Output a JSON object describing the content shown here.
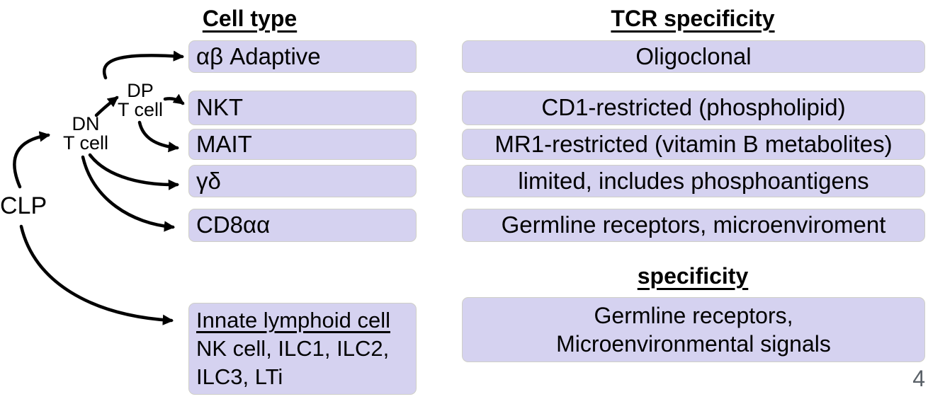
{
  "slide": {
    "page_number": "4",
    "colors": {
      "box_fill": "#d5d2f0",
      "box_border": "#cfcfc8",
      "arrow": "#000000",
      "text": "#000000",
      "page_number": "#5a6168"
    }
  },
  "headers": {
    "left": "Cell type",
    "right": "TCR specificity",
    "right_bottom": "specificity"
  },
  "progenitors": {
    "clp": "CLP",
    "dn": {
      "line1": "DN",
      "line2": "T cell"
    },
    "dp": {
      "line1": "DP",
      "line2": "T cell"
    }
  },
  "rows": [
    {
      "cell_type": "αβ Adaptive",
      "tcr_specificity": "Oligoclonal"
    },
    {
      "cell_type": "NKT",
      "tcr_specificity": "CD1-restricted (phospholipid)"
    },
    {
      "cell_type": "MAIT",
      "tcr_specificity": "MR1-restricted (vitamin B metabolites)"
    },
    {
      "cell_type": "γδ",
      "tcr_specificity": "limited, includes phosphoantigens"
    },
    {
      "cell_type": "CD8αα",
      "tcr_specificity": "Germline receptors, microenviroment"
    }
  ],
  "innate_cell_box": {
    "title": "Innate lymphoid cell",
    "line2": "NK cell, ILC1, ILC2,",
    "line3": "ILC3, LTi"
  },
  "innate_specificity_box": {
    "line1": "Germline receptors,",
    "line2": "Microenvironmental signals"
  },
  "connections": [
    {
      "from": "CLP",
      "to": "DN T cell"
    },
    {
      "from": "DN T cell",
      "to": "DP T cell"
    },
    {
      "from": "DP T cell",
      "to": "αβ Adaptive"
    },
    {
      "from": "DP T cell",
      "to": "NKT"
    },
    {
      "from": "DP T cell",
      "to": "MAIT"
    },
    {
      "from": "DN T cell",
      "to": "γδ"
    },
    {
      "from": "DN T cell",
      "to": "CD8αα"
    },
    {
      "from": "CLP",
      "to": "Innate lymphoid cell"
    }
  ]
}
